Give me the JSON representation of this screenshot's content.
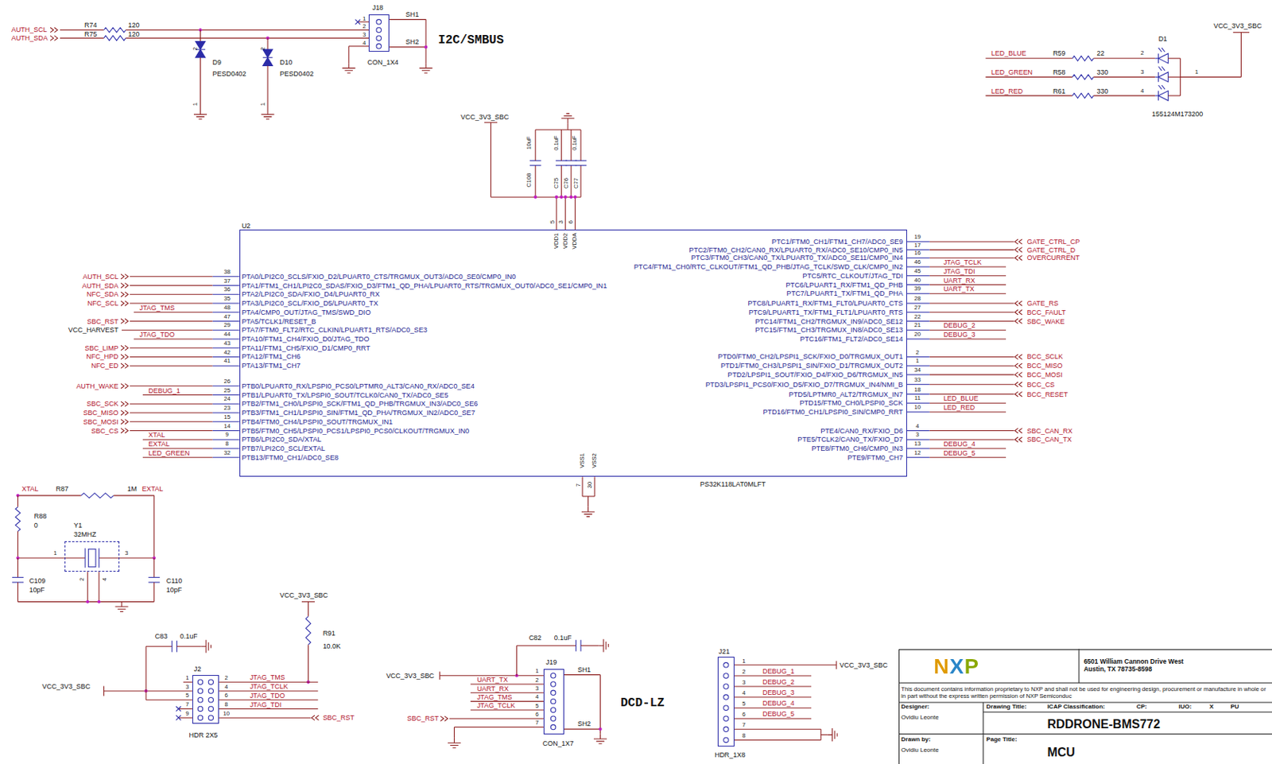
{
  "diagram": {
    "nodes": [
      {
        "text": [
          "J18",
          "CON_1X4"
        ]
      },
      {
        "text": [
          "U2",
          "PS32K118LAT0MLFT"
        ]
      },
      {
        "text": [
          "Y1",
          "32MHZ"
        ]
      },
      {
        "text": [
          "J2",
          "HDR 2X5"
        ]
      },
      {
        "text": [
          "J19",
          "CON_1X7"
        ]
      },
      {
        "text": [
          "J21",
          "HDR_1X8"
        ]
      },
      {
        "text": [
          "NXP",
          "6501 William Cannon Drive West Austin, TX 78735-8598",
          "This document contains information proprietary to NXP and shall not be used for engineering design, procurement or manufacture in whole or in part without the express written permission of NXP Semiconduc",
          "Designer:",
          "Ovidiu Leonte",
          "Drawing Title:",
          "ICAP Classification:",
          "CP:",
          "IUO:",
          "X",
          "PU",
          "RDDRONE-BMS772",
          "Drawn by:",
          "Ovidiu Leonte",
          "Page Title:",
          "MCU"
        ]
      }
    ],
    "labels": [
      "AUTH_SCL",
      "AUTH_SDA",
      "R74",
      "120",
      "R75",
      "120",
      "SH1",
      "SH2",
      "1",
      "2",
      "3",
      "4",
      "I2C/SMBUS",
      "D9",
      "PESD0402",
      "D10",
      "PESD0402",
      "2",
      "1",
      "2",
      "1",
      "LED_BLUE",
      "LED_GREEN",
      "LED_RED",
      "R59",
      "22",
      "R58",
      "330",
      "R61",
      "330",
      "2",
      "3",
      "4",
      "1",
      "D1",
      "155124M173200",
      "VCC_3V3_SBC",
      "VCC_3V3_SBC",
      "10uF",
      "C108",
      "0.1uF",
      "0.1uF",
      "C75",
      "C76",
      "C77",
      "5",
      "3",
      "6",
      "VDD1",
      "VDD2",
      "VDDA",
      "38",
      "37",
      "36",
      "35",
      "48",
      "47",
      "29",
      "44",
      "43",
      "42",
      "41",
      "26",
      "25",
      "24",
      "23",
      "15",
      "14",
      "9",
      "8",
      "32",
      "PTA0/LPI2C0_SCLS/FXIO_D2/LPUART0_CTS/TRGMUX_OUT3/ADC0_SE0/CMP0_IN0",
      "PTA1/FTM1_CH1/LPI2C0_SDAS/FXIO_D3/FTM1_QD_PHA/LPUART0_RTS/TRGMUX_OUT0/ADC0_SE1/CMP0_IN1",
      "PTA2/LPI2C0_SDA/FXIO_D4/LPUART0_RX",
      "PTA3/LPI2C0_SCL/FXIO_D5/LPUART0_TX",
      "PTA4/CMP0_OUT/JTAG_TMS/SWD_DIO",
      "PTA5/TCLK1/RESET_B",
      "PTA7/FTM0_FLT2/RTC_CLKIN/LPUART1_RTS/ADC0_SE3",
      "PTA10/FTM1_CH4/FXIO_D0/JTAG_TDO",
      "PTA11/FTM1_CH5/FXIO_D1/CMP0_RRT",
      "PTA12/FTM1_CH6",
      "PTA13/FTM1_CH7",
      "PTB0/LPUART0_RX/LPSPI0_PCS0/LPTMR0_ALT3/CAN0_RX/ADC0_SE4",
      "PTB1/LPUART0_TX/LPSPI0_SOUT/TCLK0/CAN0_TX/ADC0_SE5",
      "PTB2/FTM1_CH0/LPSPI0_SCK/FTM1_QD_PHB/TRGMUX_IN3/ADC0_SE6",
      "PTB3/FTM1_CH1/LPSPI0_SIN/FTM1_QD_PHA/TRGMUX_IN2/ADC0_SE7",
      "PTB4/FTM0_CH4/LPSPI0_SOUT/TRGMUX_IN1",
      "PTB5/FTM0_CH5/LPSPI0_PCS1/LPSPI0_PCS0/CLKOUT/TRGMUX_IN0",
      "PTB6/LPI2C0_SDA/XTAL",
      "PTB7/LPI2C0_SCL/EXTAL",
      "PTB13/FTM0_CH1/ADC0_SE8",
      "AUTH_SCL",
      "AUTH_SDA",
      "NFC_SDA",
      "NFC_SCL",
      "SBC_RST",
      "SBC_LIMP",
      "NFC_HPD",
      "NFC_ED",
      "AUTH_WAKE",
      "SBC_SCK",
      "SBC_MISO",
      "SBC_MOSI",
      "SBC_CS",
      "VCC_HARVEST",
      "JTAG_TMS",
      "JTAG_TDO",
      "DEBUG_1",
      "XTAL",
      "EXTAL",
      "LED_GREEN",
      "19",
      "17",
      "16",
      "46",
      "45",
      "40",
      "39",
      "28",
      "27",
      "22",
      "21",
      "20",
      "2",
      "1",
      "34",
      "33",
      "18",
      "11",
      "10",
      "4",
      "3",
      "13",
      "12",
      "PTC1/FTM0_CH1/FTM1_CH7/ADC0_SE9",
      "PTC2/FTM0_CH2/CAN0_RX/LPUART0_RX/ADC0_SE10/CMP0_IN5",
      "PTC3/FTM0_CH3/CAN0_TX/LPUART0_TX/ADC0_SE11/CMP0_IN4",
      "PTC4/FTM1_CH0/RTC_CLKOUT/FTM1_QD_PHB/JTAG_TCLK/SWD_CLK/CMP0_IN2",
      "PTC5/RTC_CLKOUT/JTAG_TDI",
      "PTC6/LPUART1_RX/FTM1_QD_PHB",
      "PTC7/LPUART1_TX/FTM1_QD_PHA",
      "PTC8/LPUART1_RX/FTM1_FLT0/LPUART0_CTS",
      "PTC9/LPUART1_TX/FTM1_FLT1/LPUART0_RTS",
      "PTC14/FTM1_CH2/TRGMUX_IN9/ADC0_SE12",
      "PTC15/FTM1_CH3/TRGMUX_IN8/ADC0_SE13",
      "PTC16/FTM1_FLT2/ADC0_SE14",
      "PTD0/FTM0_CH2/LPSPI1_SCK/FXIO_D0/TRGMUX_OUT1",
      "PTD1/FTM0_CH3/LPSPI1_SIN/FXIO_D1/TRGMUX_OUT2",
      "PTD2/LPSPI1_SOUT/FXIO_D4/FXIO_D6/TRGMUX_IN5",
      "PTD3/LPSPI1_PCS0/FXIO_D5/FXIO_D7/TRGMUX_IN4/NMI_B",
      "PTD5/LPTMR0_ALT2/TRGMUX_IN7",
      "PTD15/FTM0_CH0/LPSPI0_SCK",
      "PTD16/FTM0_CH1/LPSPI0_SIN/CMP0_RRT",
      "PTE4/CAN0_RX/FXIO_D6",
      "PTE5/TCLK2/CAN0_TX/FXIO_D7",
      "PTE8/FTM0_CH6/CMP0_IN3",
      "PTE9/FTM0_CH7",
      "GATE_CTRL_CP",
      "GATE_CTRL_D",
      "OVERCURRENT",
      "GATE_RS",
      "BCC_FAULT",
      "SBC_WAKE",
      "BCC_SCLK",
      "BCC_MISO",
      "BCC_MOSI",
      "BCC_CS",
      "BCC_RESET",
      "SBC_CAN_RX",
      "SBC_CAN_TX",
      "JTAG_TCLK",
      "JTAG_TDI",
      "UART_RX",
      "UART_TX",
      "DEBUG_2",
      "DEBUG_3",
      "LED_BLUE",
      "LED_RED",
      "DEBUG_4",
      "DEBUG_5",
      "7",
      "30",
      "VSS1",
      "VSS2",
      "XTAL",
      "R87",
      "1M",
      "EXTAL",
      "R88",
      "0",
      "1",
      "3",
      "2",
      "4",
      "C109",
      "10pF",
      "C110",
      "10pF",
      "VCC_3V3_SBC",
      "R91",
      "10.0K",
      "C83",
      "0.1uF",
      "VCC_3V3_SBC",
      "1",
      "2",
      "3",
      "4",
      "5",
      "6",
      "7",
      "8",
      "9",
      "10",
      "JTAG_TMS",
      "JTAG_TCLK",
      "JTAG_TDO",
      "JTAG_TDI",
      "SBC_RST",
      "C82",
      "0.1uF",
      "VCC_3V3_SBC",
      "UART_TX",
      "UART_RX",
      "JTAG_TMS",
      "JTAG_TCLK",
      "SBC_RST",
      "1",
      "2",
      "3",
      "4",
      "5",
      "6",
      "7",
      "SH1",
      "SH2",
      "DCD-LZ",
      "VCC_3V3_SBC",
      "1",
      "2",
      "3",
      "4",
      "5",
      "6",
      "7",
      "8",
      "DEBUG_1",
      "DEBUG_2",
      "DEBUG_3",
      "DEBUG_4",
      "DEBUG_5"
    ]
  }
}
